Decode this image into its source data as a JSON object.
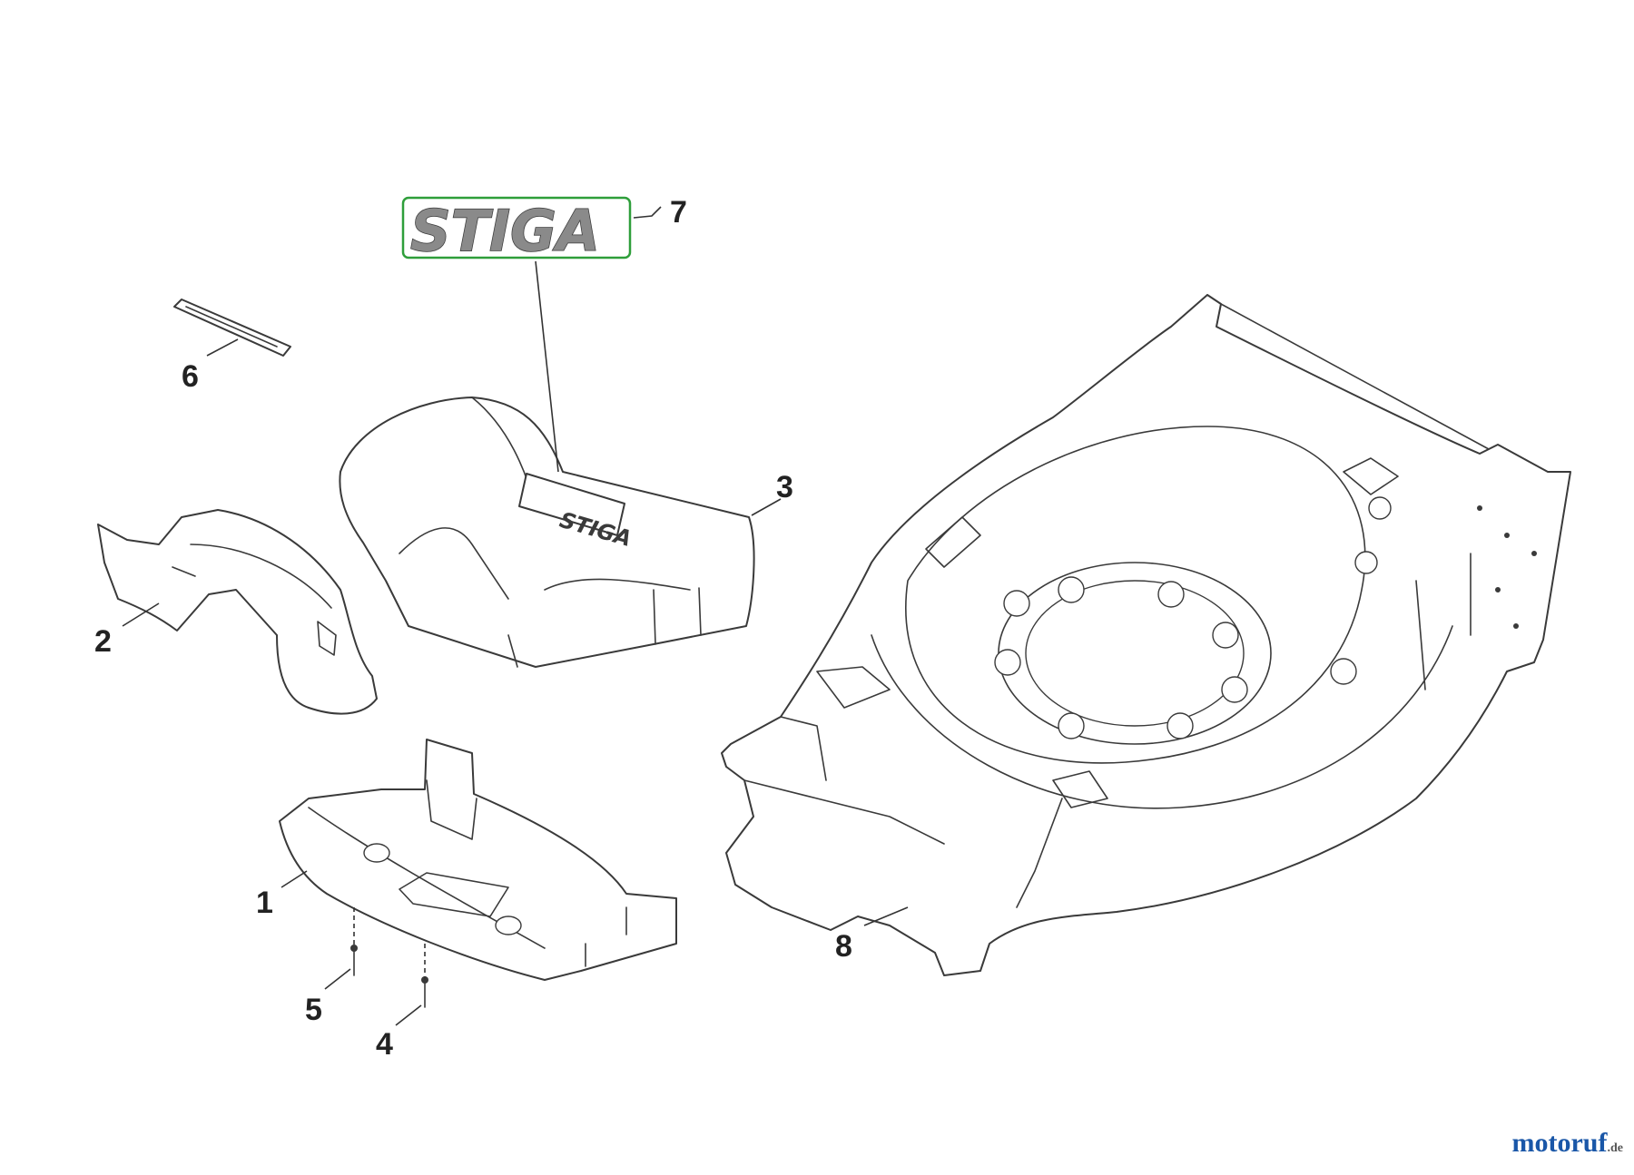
{
  "diagram": {
    "brand_decal": "STIGA",
    "callouts": {
      "c1": "1",
      "c2": "2",
      "c3": "3",
      "c4": "4",
      "c5": "5",
      "c6": "6",
      "c7": "7",
      "c8": "8"
    },
    "colors": {
      "line": "#3a3a3a",
      "decal_fill": "#8a8a8a",
      "decal_outline": "#2e9e3a",
      "watermark": "#1a57a8"
    }
  },
  "watermark": {
    "name": "motoruf",
    "tld": ".de"
  }
}
